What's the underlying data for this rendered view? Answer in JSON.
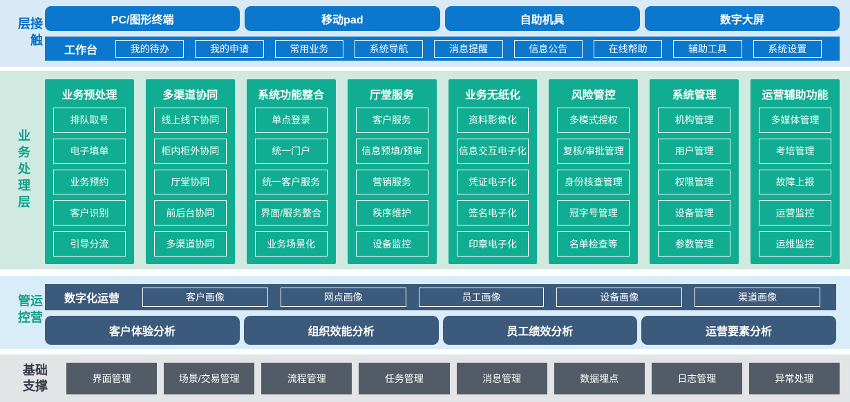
{
  "contact_layer": {
    "label": "接触层",
    "terminals": [
      "PC/图形终端",
      "移动pad",
      "自助机具",
      "数字大屏"
    ],
    "workbench": {
      "label": "工作台",
      "items": [
        "我的待办",
        "我的申请",
        "常用业务",
        "系统导航",
        "消息提醒",
        "信息公告",
        "在线帮助",
        "辅助工具",
        "系统设置"
      ]
    }
  },
  "business_layer": {
    "label": "业务处理层",
    "columns": [
      {
        "title": "业务预处理",
        "items": [
          "排队取号",
          "电子填单",
          "业务预约",
          "客户识别",
          "引导分流"
        ]
      },
      {
        "title": "多渠道协同",
        "items": [
          "线上线下协同",
          "柜内柜外协同",
          "厅堂协同",
          "前后台协同",
          "多渠道协同"
        ]
      },
      {
        "title": "系统功能整合",
        "items": [
          "单点登录",
          "统一门户",
          "统一客户服务",
          "界面/服务整合",
          "业务场景化"
        ]
      },
      {
        "title": "厅堂服务",
        "items": [
          "客户服务",
          "信息预填/预审",
          "营销服务",
          "秩序维护",
          "设备监控"
        ]
      },
      {
        "title": "业务无纸化",
        "items": [
          "资料影像化",
          "信息交互电子化",
          "凭证电子化",
          "签名电子化",
          "印章电子化"
        ]
      },
      {
        "title": "风险管控",
        "items": [
          "多模式授权",
          "复核/审批管理",
          "身份核查管理",
          "冠字号管理",
          "名单检查等"
        ]
      },
      {
        "title": "系统管理",
        "items": [
          "机构管理",
          "用户管理",
          "权限管理",
          "设备管理",
          "参数管理"
        ]
      },
      {
        "title": "运营辅助功能",
        "items": [
          "多媒体管理",
          "考培管理",
          "故障上报",
          "运营监控",
          "运维监控"
        ]
      }
    ]
  },
  "operations_layer": {
    "label": "运营管控",
    "digital_ops": {
      "label": "数字化运营",
      "items": [
        "客户画像",
        "网点画像",
        "员工画像",
        "设备画像",
        "渠道画像"
      ]
    },
    "analysis": [
      "客户体验分析",
      "组织效能分析",
      "员工绩效分析",
      "运营要素分析"
    ]
  },
  "foundation_layer": {
    "label": "基础支撑",
    "items": [
      "界面管理",
      "场景/交易管理",
      "流程管理",
      "任务管理",
      "消息管理",
      "数据埋点",
      "日志管理",
      "异常处理"
    ]
  },
  "colors": {
    "azure_blue": "#0b78cd",
    "contact_band_bg": "#d9e9f6",
    "teal_green": "#11ad92",
    "business_band_bg": "#d0e9e1",
    "slate_blue": "#3b5a7c",
    "ops_band_bg": "#d9edf9",
    "dark_gray": "#535c66",
    "foundation_band_bg": "#e3e4e6",
    "label_blue": "#0a6fc2",
    "label_teal": "#12a18a",
    "label_dark": "#343c47"
  }
}
